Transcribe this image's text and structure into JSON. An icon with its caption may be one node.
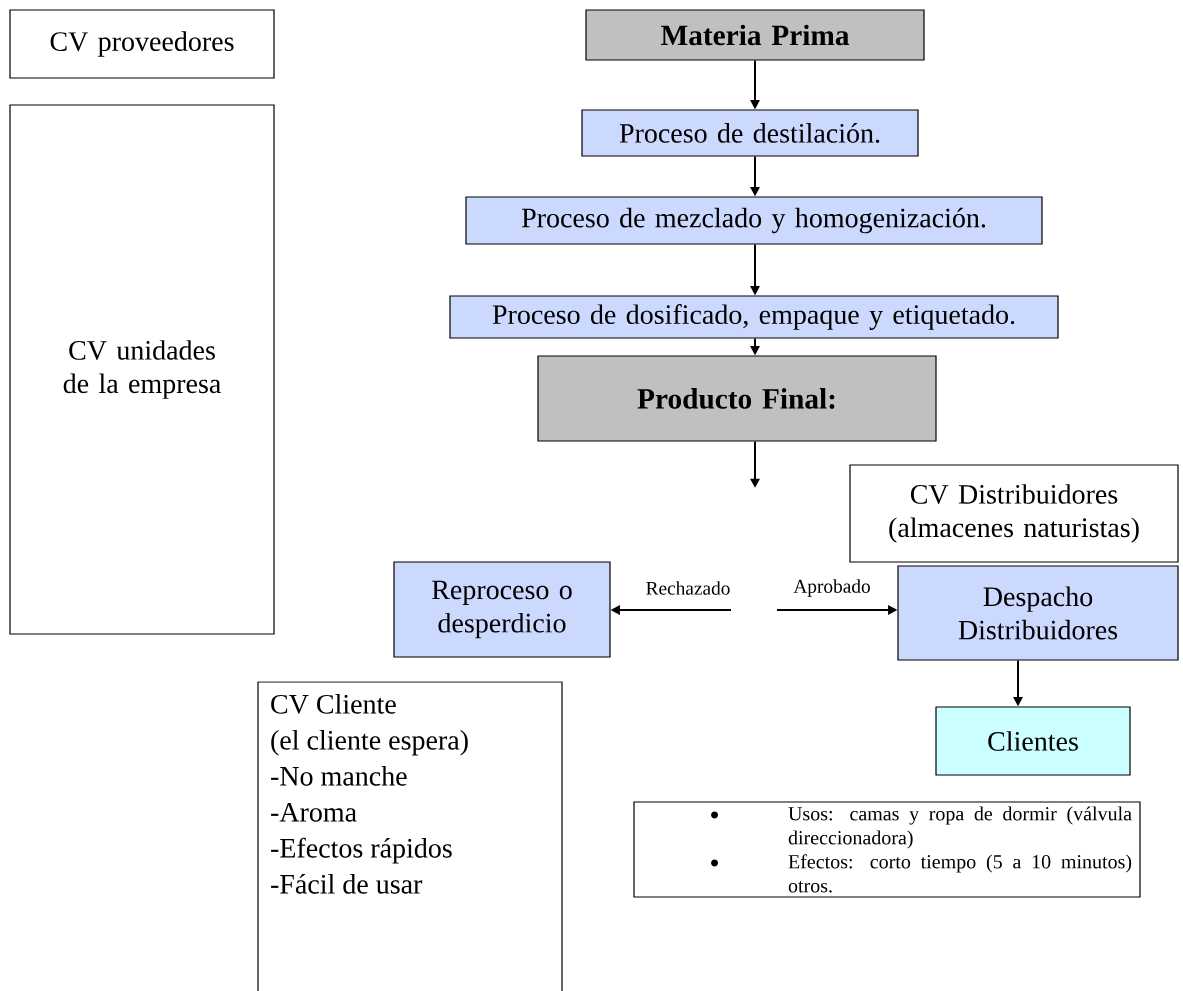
{
  "diagram": {
    "nodes": [
      {
        "text": [
          "CV proveedores"
        ]
      },
      {
        "text": [
          "CV unidades de la empresa"
        ]
      },
      {
        "text": [
          "Materia Prima"
        ]
      },
      {
        "text": [
          "Proceso de destilación."
        ]
      },
      {
        "text": [
          "Proceso de mezclado y homogenización."
        ]
      },
      {
        "text": [
          "Proceso de dosificado, empaque y etiquetado."
        ]
      },
      {
        "text": [
          "Producto Final:"
        ]
      },
      {
        "text": [
          "CV Distribuidores (almacenes naturistas)"
        ]
      },
      {
        "text": [
          "Reproceso o desperdicio"
        ]
      },
      {
        "text": [
          "Despacho Distribuidores"
        ]
      },
      {
        "text": [
          "Clientes"
        ]
      },
      {
        "text": [
          "CV Cliente",
          "(el cliente espera)",
          "-No manche",
          "-Aroma",
          "-Efectos rápidos",
          "-Fácil de usar"
        ]
      },
      {
        "text": [
          "Usos: camas y ropa de dormir (válvula direccionadora)",
          "Efectos: corto tiempo (5 a 10 minutos) otros."
        ]
      }
    ],
    "edges": [
      {
        "from": 2,
        "to": 3,
        "arrow": "to"
      },
      {
        "from": 3,
        "to": 4,
        "arrow": "to"
      },
      {
        "from": 4,
        "to": 5,
        "arrow": "to"
      },
      {
        "from": 5,
        "to": 6,
        "arrow": "to"
      },
      {
        "from": 6,
        "to": null,
        "arrow": "to"
      },
      {
        "from": null,
        "to": 8,
        "arrow": "to",
        "label": "Rechazado"
      },
      {
        "from": null,
        "to": 9,
        "arrow": "to",
        "label": "Aprobado"
      },
      {
        "from": 9,
        "to": 10,
        "arrow": "to"
      }
    ]
  }
}
